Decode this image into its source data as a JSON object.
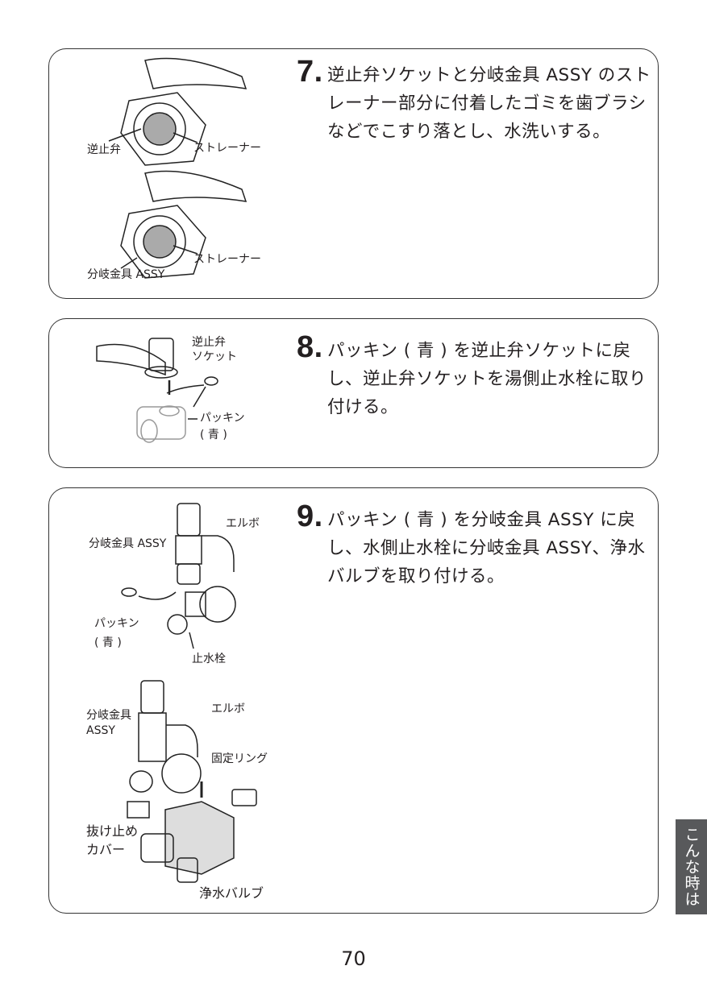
{
  "steps": [
    {
      "number": "7.",
      "text": "逆止弁ソケットと分岐金具 ASSY のストレーナー部分に付着したゴミを歯ブラシなどでこすり落とし、水洗いする。",
      "labels": {
        "check_valve": "逆止弁",
        "strainer_1": "ストレーナー",
        "strainer_2": "ストレーナー",
        "branch_assy": "分岐金具 ASSY"
      }
    },
    {
      "number": "8.",
      "text": "パッキン ( 青 ) を逆止弁ソケットに戻し、逆止弁ソケットを湯側止水栓に取り付ける。",
      "labels": {
        "socket_1": "逆止弁",
        "socket_2": "ソケット",
        "packing": "パッキン",
        "blue": "( 青 )"
      }
    },
    {
      "number": "9.",
      "text": "パッキン ( 青 ) を分岐金具 ASSY に戻し、水側止水栓に分岐金具 ASSY、浄水バルブを取り付ける。",
      "labels": {
        "elbow_1": "エルボ",
        "branch_assy_1": "分岐金具 ASSY",
        "packing": "パッキン",
        "blue": "( 青 )",
        "stop_valve": "止水栓",
        "branch_assy_2a": "分岐金具",
        "branch_assy_2b": "ASSY",
        "elbow_2": "エルボ",
        "fixing_ring": "固定リング",
        "cover_a": "抜け止め",
        "cover_b": "カバー",
        "purifier_valve": "浄水バルブ"
      }
    }
  ],
  "page_number": "70",
  "side_tab": "こんな時は"
}
